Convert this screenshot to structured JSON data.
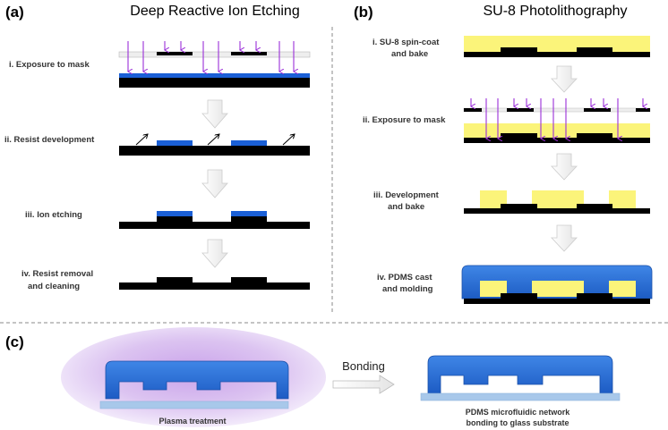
{
  "panels": {
    "a": {
      "label": "(a)",
      "title": "Deep Reactive Ion Etching"
    },
    "b": {
      "label": "(b)",
      "title": "SU-8 Photolithography"
    },
    "c": {
      "label": "(c)"
    }
  },
  "steps_a": [
    {
      "line1": "i. Exposure to mask",
      "line2": ""
    },
    {
      "line1": "ii. Resist development",
      "line2": ""
    },
    {
      "line1": "iii. Ion etching",
      "line2": ""
    },
    {
      "line1": "iv. Resist removal",
      "line2": "and cleaning"
    }
  ],
  "steps_b": [
    {
      "line1": "i. SU-8 spin-coat",
      "line2": "and bake"
    },
    {
      "line1": "ii. Exposure to mask",
      "line2": ""
    },
    {
      "line1": "iii. Development",
      "line2": "and bake"
    },
    {
      "line1": "iv. PDMS cast",
      "line2": "and molding"
    }
  ],
  "panel_c": {
    "plasma_caption": "Plasma treatment",
    "bonding_label": "Bonding",
    "result_caption_line1": "PDMS microfluidic network",
    "result_caption_line2": "bonding to glass substrate"
  },
  "colors": {
    "substrate": "#000000",
    "photoresist": "#1a5fd6",
    "su8": "#fbf47a",
    "pdms": "#2a6fd8",
    "glass": "#a8c8ea",
    "uv_light": "#9b30d9",
    "plasma": "#c8a0e8"
  }
}
